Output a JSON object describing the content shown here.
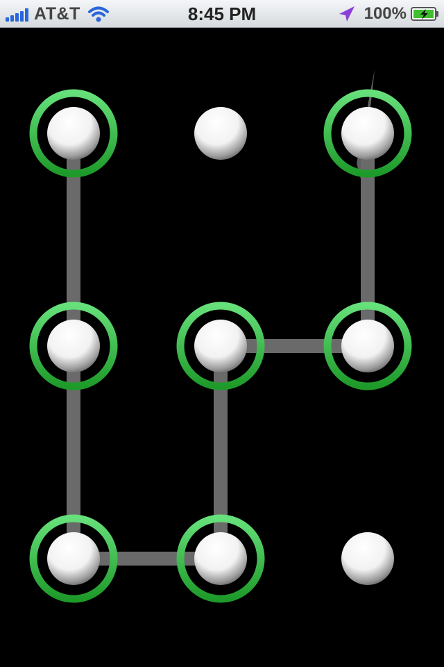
{
  "status_bar": {
    "carrier": "AT&T",
    "time": "8:45 PM",
    "battery_percent": "100%",
    "signal_bars": 5,
    "icons": [
      "signal-bars-icon",
      "wifi-icon",
      "location-arrow-icon",
      "battery-charging-icon"
    ]
  },
  "pattern_lock": {
    "grid": [
      3,
      3
    ],
    "selected_dots": [
      1,
      4,
      7,
      8,
      5,
      6,
      3
    ],
    "colors": {
      "background": "#000000",
      "ring": "#3cc64a",
      "connector": "#6a6a6a",
      "dot": "#ffffff"
    }
  }
}
